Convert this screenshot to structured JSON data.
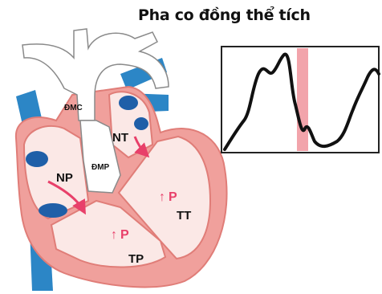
{
  "title": "Pha co đồng thể tích",
  "labels": {
    "dmc": "ĐMC",
    "dmp": "ĐMP",
    "nt": "NT",
    "np": "NP",
    "tt": "TT",
    "tp": "TP",
    "p_left": "P",
    "p_right": "P"
  },
  "pressure_arrow_glyph": "↑",
  "colors": {
    "heart_outline": "#ec8c8a",
    "heart_fill": "#f7d6d4",
    "chamber_fill": "#fbe8e6",
    "vessel_blue": "#2c86c6",
    "dark_blue": "#1f5fa8",
    "arrow_red": "#e8406a",
    "highlight_band": "#f2a4ab",
    "trace": "#111111"
  }
}
